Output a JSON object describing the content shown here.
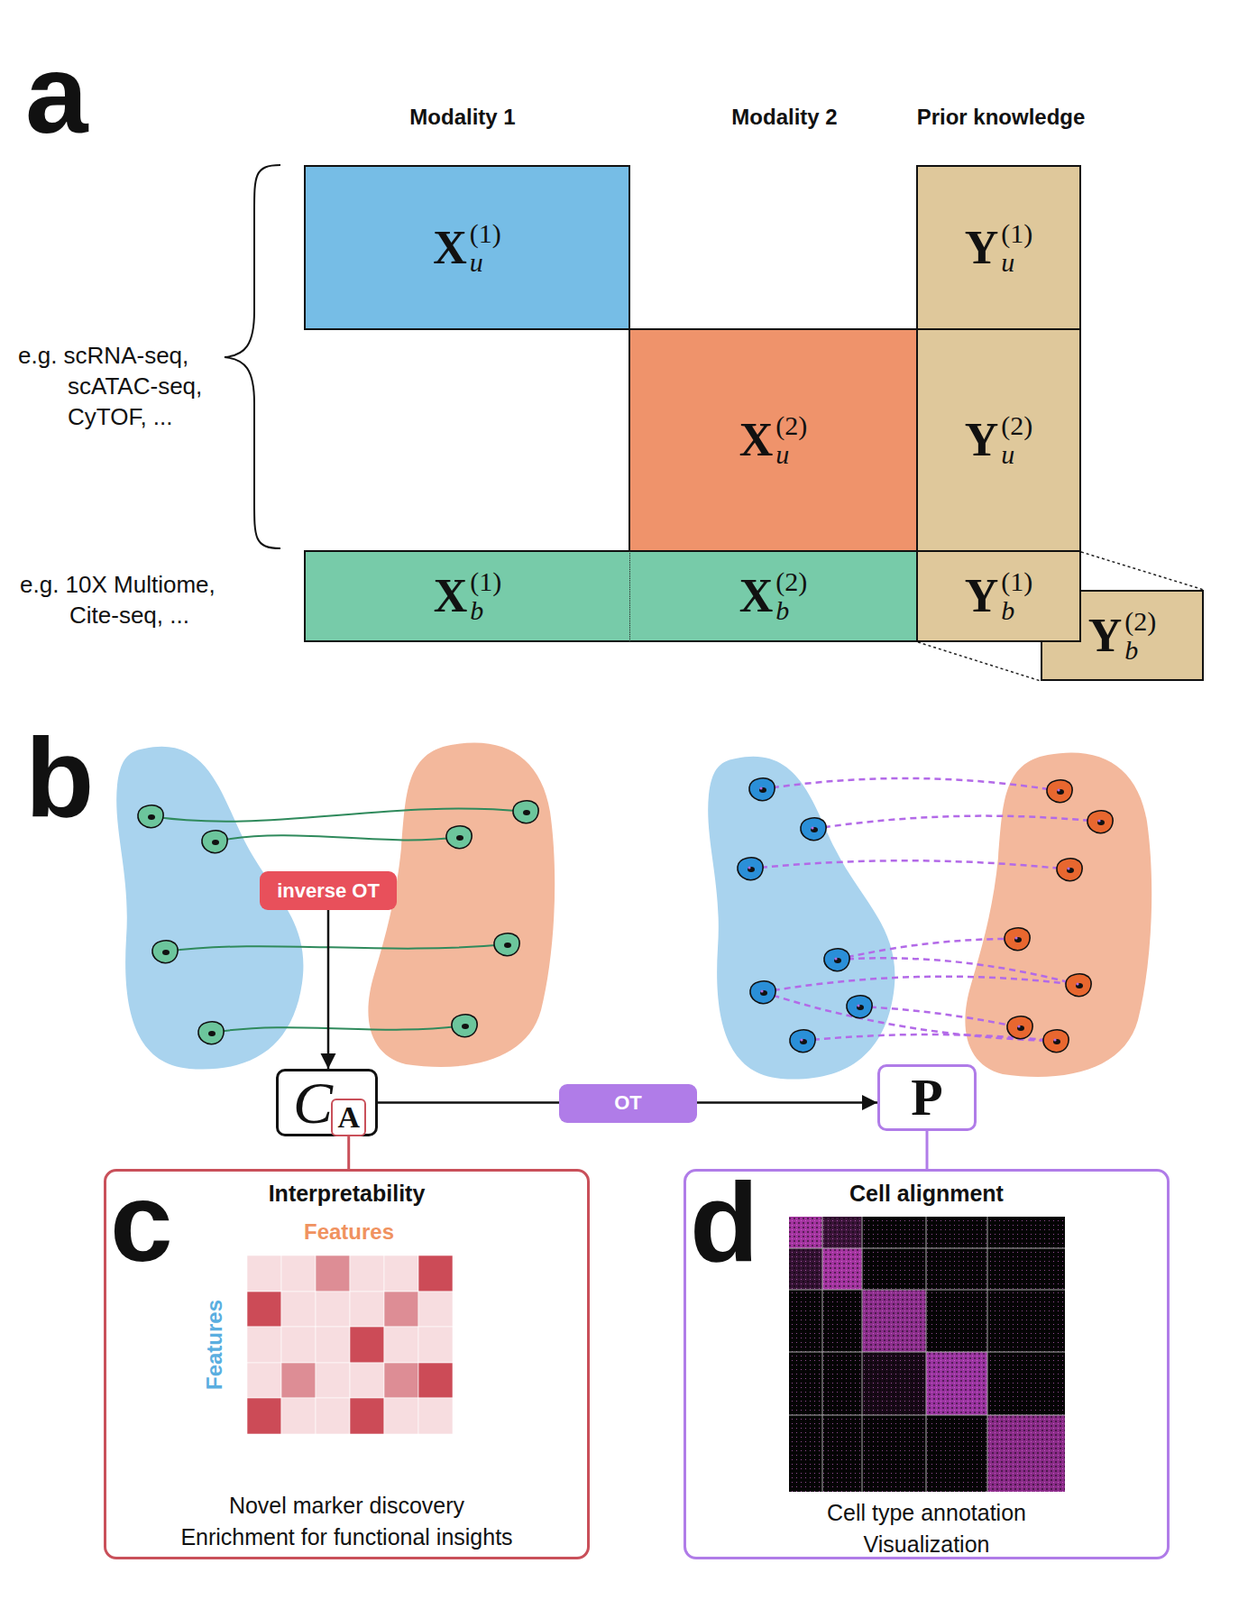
{
  "diagram": {
    "nodes": [
      {
        "text": [
          "X",
          "(1)",
          "u"
        ]
      },
      {
        "text": [
          "Y",
          "(1)",
          "u"
        ]
      },
      {
        "text": [
          "X",
          "(2)",
          "u"
        ]
      },
      {
        "text": [
          "Y",
          "(2)",
          "u"
        ]
      },
      {
        "text": [
          "X",
          "(1)",
          "b"
        ]
      },
      {
        "text": [
          "X",
          "(2)",
          "b"
        ]
      },
      {
        "text": [
          "Y",
          "(1)",
          "b"
        ]
      },
      {
        "text": [
          "Y",
          "(2)",
          "b"
        ]
      },
      {
        "text": [
          "inverse OT"
        ]
      },
      {
        "text": [
          "C",
          "A"
        ]
      },
      {
        "text": [
          "P"
        ]
      },
      {
        "text": [
          "Interpretability",
          "Novel marker discovery",
          "Enrichment for functional insights"
        ]
      },
      {
        "text": [
          "Cell alignment",
          "Cell type annotation",
          "Visualization"
        ]
      }
    ],
    "edges": [
      {
        "from": 8,
        "to": 9,
        "arrow": "to"
      },
      {
        "from": 9,
        "to": 10,
        "label": "OT",
        "arrow": "to"
      },
      {
        "from": 9,
        "to": 11,
        "arrow": "none"
      },
      {
        "from": 10,
        "to": 12,
        "arrow": "none"
      }
    ],
    "labels": [
      "a",
      "Modality 1",
      "Modality 2",
      "Prior knowledge",
      "e.g. scRNA-seq, scATAC-seq, CyTOF, ...",
      "e.g. 10X Multiome, Cite-seq, ...",
      "b",
      "c",
      "Features",
      "Features",
      "d"
    ]
  }
}
